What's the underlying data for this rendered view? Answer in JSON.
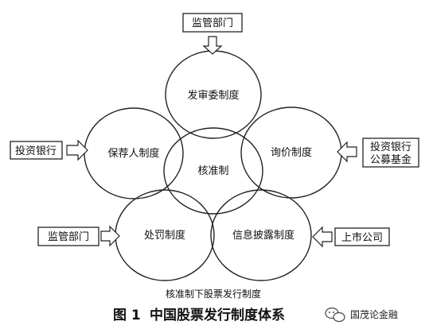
{
  "diagram": {
    "circles": {
      "top": "发审委制度",
      "left": "保荐人制度",
      "center": "核准制",
      "right": "询价制度",
      "bottom_left": "处罚制度",
      "bottom_right": "信息披露制度"
    },
    "boxes": {
      "top_regulator": "监管部门",
      "left_bank": "投资银行",
      "right_line1": "投资银行",
      "right_line2": "公募基金",
      "bottom_regulator": "监管部门",
      "listed_company": "上市公司"
    },
    "subcaption": "核准制下股票发行制度",
    "figure_number": "图 1",
    "figure_title": "中国股票发行制度体系",
    "watermark": "国茂论金融"
  }
}
